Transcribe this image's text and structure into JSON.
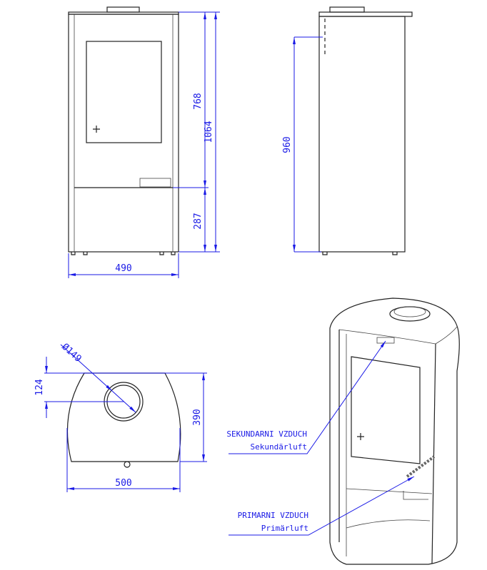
{
  "front_view": {
    "dim_upper": "768",
    "dim_lower": "287",
    "dim_total_height": "1064",
    "dim_width": "490"
  },
  "side_view": {
    "dim_height": "960"
  },
  "top_view": {
    "dim_diameter": "Ø149",
    "dim_flue_offset": "124",
    "dim_depth": "390",
    "dim_width": "500"
  },
  "perspective_view": {
    "secondary_air_label": "SEKUNDARNI VZDUCH",
    "secondary_air_label_de": "Sekundärluft",
    "primary_air_label": "PRIMARNI VZDUCH",
    "primary_air_label_de": "Primärluft"
  },
  "colors": {
    "dimension": "#1a1ae6",
    "outline": "#222222"
  }
}
